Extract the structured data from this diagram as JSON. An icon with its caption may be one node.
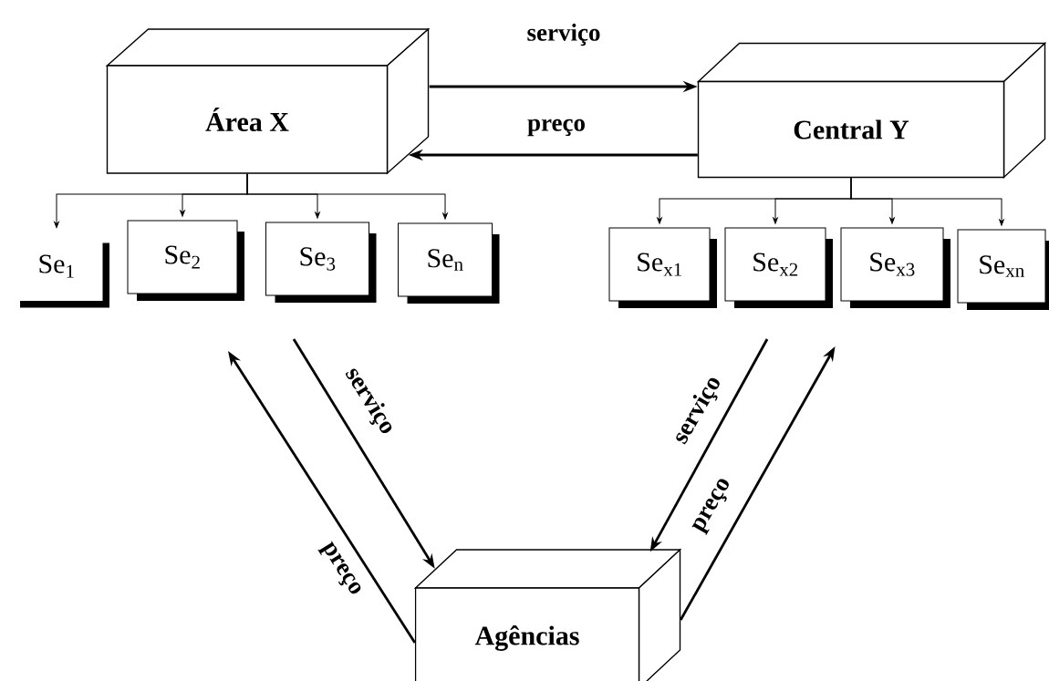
{
  "diagram": {
    "nodes": [
      {
        "text": [
          "Área X"
        ]
      },
      {
        "text": [
          "Central Y"
        ]
      },
      {
        "text": [
          "Agências"
        ]
      },
      {
        "text": [
          "Se$_{1}$"
        ]
      },
      {
        "text": [
          "Se$_{2}$"
        ]
      },
      {
        "text": [
          "Se$_{3}$"
        ]
      },
      {
        "text": [
          "Se$_{n}$"
        ]
      },
      {
        "text": [
          "Se$_{x1}$"
        ]
      },
      {
        "text": [
          "Se$_{x2}$"
        ]
      },
      {
        "text": [
          "Se$_{x3}$"
        ]
      },
      {
        "text": [
          "Se$_{xn}$"
        ]
      }
    ],
    "edges": [
      {
        "from": 0,
        "to": 1,
        "arrow": "to",
        "label": "serviço",
        "style": "thick"
      },
      {
        "from": 1,
        "to": 0,
        "arrow": "to",
        "label": "preço",
        "style": "thick"
      },
      {
        "from": 0,
        "to": 3,
        "arrow": "to"
      },
      {
        "from": 0,
        "to": 4,
        "arrow": "to"
      },
      {
        "from": 0,
        "to": 5,
        "arrow": "to"
      },
      {
        "from": 0,
        "to": 6,
        "arrow": "to"
      },
      {
        "from": 1,
        "to": 7,
        "arrow": "to"
      },
      {
        "from": 1,
        "to": 8,
        "arrow": "to"
      },
      {
        "from": 1,
        "to": 9,
        "arrow": "to"
      },
      {
        "from": 1,
        "to": 10,
        "arrow": "to"
      },
      {
        "from": null,
        "to": 2,
        "arrow": "to",
        "label": "serviço",
        "style": "thick"
      },
      {
        "from": 2,
        "to": null,
        "arrow": "to",
        "label": "preço",
        "style": "thick"
      },
      {
        "from": null,
        "to": 2,
        "arrow": "to",
        "label": "serviço",
        "style": "thick"
      },
      {
        "from": 2,
        "to": null,
        "arrow": "to",
        "label": "preço",
        "style": "thick"
      }
    ]
  }
}
